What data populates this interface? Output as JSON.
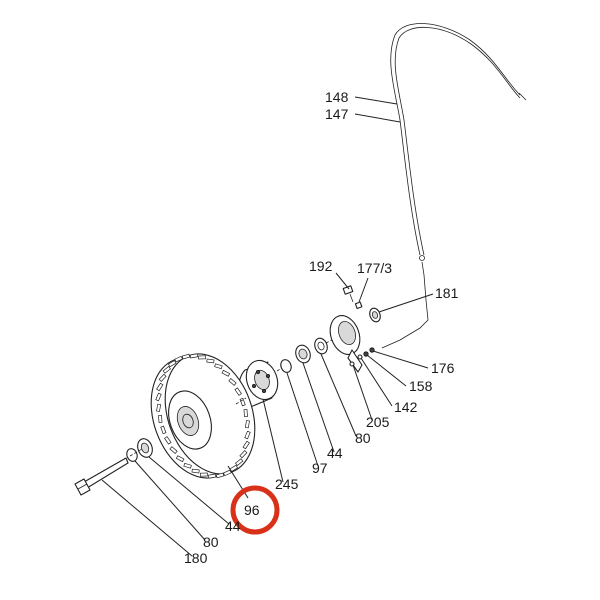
{
  "labels": {
    "l148": "148",
    "l147": "147",
    "l192": "192",
    "l177_3": "177/3",
    "l181": "181",
    "l176": "176",
    "l158": "158",
    "l142": "142",
    "l205": "205",
    "l80_top": "80",
    "l44_mid": "44",
    "l97": "97",
    "l245": "245",
    "l96": "96",
    "l44_low": "44",
    "l80_low": "80",
    "l180": "180"
  },
  "highlight": {
    "target": "96",
    "color": "#d9301a"
  }
}
